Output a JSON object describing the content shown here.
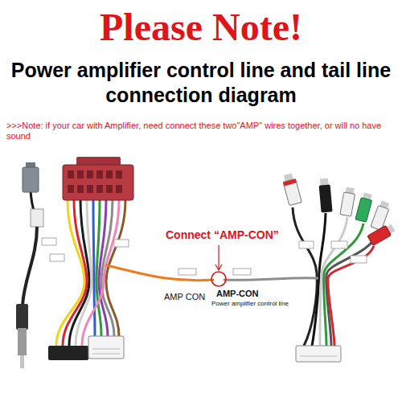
{
  "diagram": {
    "title": "Please Note!",
    "labels": [
      "Power amplifier control line and tail line connection diagram",
      ">>>Note: if your car with Amplifier, need connect these two\"AMP\" wires together, or will no have sound",
      "Connect “AMP-CON”",
      "AMP CON",
      "AMP-CON",
      "Power amplifier control line"
    ]
  }
}
